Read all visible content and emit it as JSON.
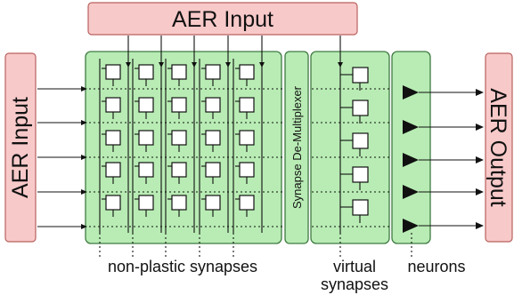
{
  "labels": {
    "aer_input_top": "AER Input",
    "aer_input_left": "AER Input",
    "aer_output_right": "AER Output",
    "demux": "Synapse De-Multiplexer",
    "non_plastic": "non-plastic synapses",
    "virtual_line1": "virtual",
    "virtual_line2": "synapses",
    "neurons": "neurons"
  },
  "colors": {
    "aer_fill": "#f8c9c9",
    "aer_stroke": "#b9625f",
    "green_fill": "#b8ecb4",
    "green_stroke": "#3f7a42"
  },
  "structure": {
    "synapse_grid_rows": 5,
    "synapse_grid_cols": 5,
    "virtual_synapses": 5,
    "neurons": 5
  }
}
